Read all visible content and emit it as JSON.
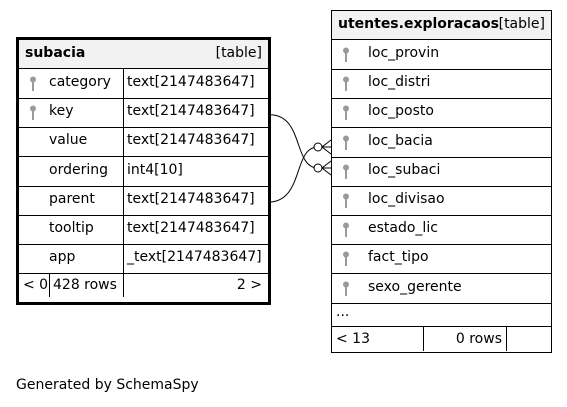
{
  "caption": "Generated by SchemaSpy",
  "tables": {
    "subacia": {
      "name": "subacia",
      "kind": "[table]",
      "columns": [
        {
          "name": "category",
          "type": "text[2147483647]",
          "key": true
        },
        {
          "name": "key",
          "type": "text[2147483647]",
          "key": true
        },
        {
          "name": "value",
          "type": "text[2147483647]",
          "key": false
        },
        {
          "name": "ordering",
          "type": "int4[10]",
          "key": false
        },
        {
          "name": "parent",
          "type": "text[2147483647]",
          "key": false
        },
        {
          "name": "tooltip",
          "type": "text[2147483647]",
          "key": false
        },
        {
          "name": "app",
          "type": "_text[2147483647]",
          "key": false
        }
      ],
      "footer": {
        "parents": "< 0",
        "rows": "428 rows",
        "children": "2 >"
      }
    },
    "utentes": {
      "name": "utentes.exploracaos",
      "kind": "[table]",
      "columns": [
        {
          "name": "loc_provin",
          "key": true
        },
        {
          "name": "loc_distri",
          "key": true
        },
        {
          "name": "loc_posto",
          "key": true
        },
        {
          "name": "loc_bacia",
          "key": true
        },
        {
          "name": "loc_subaci",
          "key": true
        },
        {
          "name": "loc_divisao",
          "key": true
        },
        {
          "name": "estado_lic",
          "key": true
        },
        {
          "name": "fact_tipo",
          "key": true
        },
        {
          "name": "sexo_gerente",
          "key": true
        }
      ],
      "more": "...",
      "footer": {
        "parents": "< 13",
        "rows": "0 rows"
      }
    }
  },
  "colors": {
    "header_bg": "#f2f2f2",
    "border": "#000000",
    "key_icon": "#9a9a9a"
  }
}
